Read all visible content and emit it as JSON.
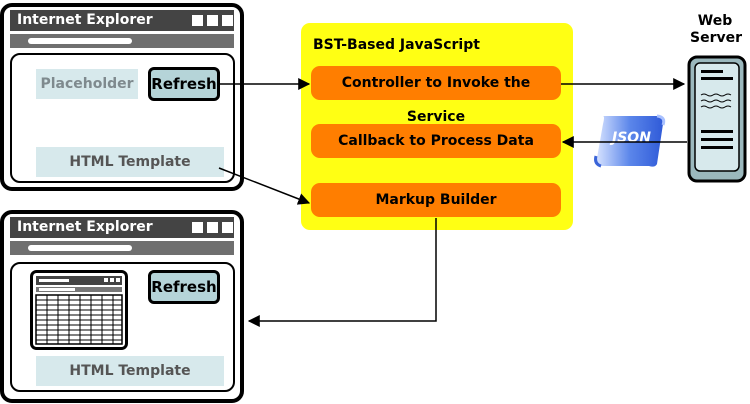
{
  "browser_top": {
    "title": "Internet Explorer",
    "placeholder": "Placeholder",
    "refresh_label": "Refresh",
    "template_label": "HTML Template"
  },
  "browser_bottom": {
    "title": "Internet Explorer",
    "refresh_label": "Refresh",
    "template_label": "HTML Template"
  },
  "script_panel": {
    "title": "BST-Based JavaScript",
    "steps": [
      "Controller to Invoke the Service",
      "Callback to Process Data",
      "Markup Builder"
    ]
  },
  "server": {
    "label_line1": "Web",
    "label_line2": "Server"
  },
  "json_label": "JSON",
  "colors": {
    "panel": "#ffff14",
    "step": "#ff7e00",
    "template_bg": "#d7e9ec",
    "button_bg": "#b5d4d8",
    "json_scroll": "#3f6fe0"
  }
}
